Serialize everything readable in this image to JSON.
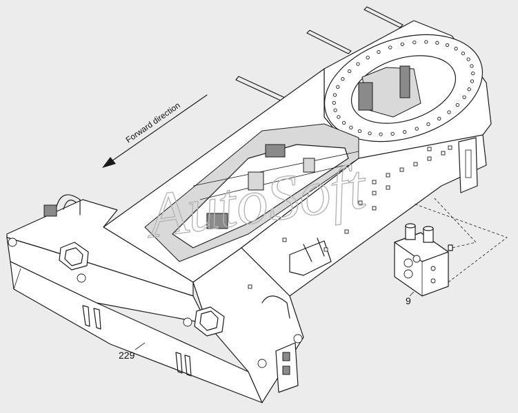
{
  "labels": {
    "direction": "Forward direction",
    "valve_part": "9",
    "frame_part": "229"
  },
  "watermark": "AutoSoft",
  "colors": {
    "background": "#ececec",
    "line": "#1a1a1a",
    "watermark": "#b5b5b5"
  },
  "icons": {
    "direction_arrow": "arrow-down-left-icon"
  }
}
